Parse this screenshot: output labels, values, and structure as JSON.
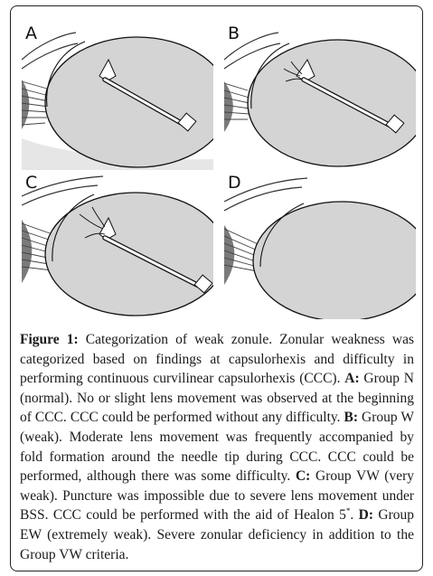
{
  "figure": {
    "panels": [
      {
        "letter": "A"
      },
      {
        "letter": "B"
      },
      {
        "letter": "C"
      },
      {
        "letter": "D"
      }
    ],
    "caption": {
      "label": "Figure 1:",
      "intro": " Categorization of weak zonule. Zonular weakness was categorized based on findings at capsulorhexis and difficulty in performing continuous curvilinear capsulorhexis (CCC). ",
      "a_label": "A:",
      "a_text": " Group N (normal). No or slight lens movement was observed at the beginning of CCC. CCC could be performed without any difficulty. ",
      "b_label": "B:",
      "b_text": " Group W (weak). Moderate lens movement was frequently accompanied by fold formation around the needle tip during CCC. CCC could be performed, although there was some difficulty. ",
      "c_label": "C:",
      "c_text": " Group VW (very weak). Puncture was impossible due to severe lens movement under BSS. CCC could be performed with the aid of Healon 5",
      "c_sup": "*",
      "c_tail": ". ",
      "d_label": "D:",
      "d_text": " Group EW (extremely weak). Severe zonular deficiency in addition to the Group VW criteria."
    }
  }
}
